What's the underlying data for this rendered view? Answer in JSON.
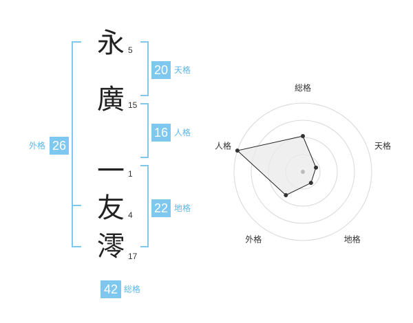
{
  "surname": [
    {
      "char": "永",
      "strokes": "5"
    },
    {
      "char": "廣",
      "strokes": "15"
    }
  ],
  "given": [
    {
      "char": "一",
      "strokes": "1"
    },
    {
      "char": "友",
      "strokes": "4"
    },
    {
      "char": "澪",
      "strokes": "17"
    }
  ],
  "kakusu": {
    "tenkaku": {
      "value": "20",
      "label": "天格"
    },
    "jinkaku": {
      "value": "16",
      "label": "人格"
    },
    "chikaku": {
      "value": "22",
      "label": "地格"
    },
    "gaikaku": {
      "value": "26",
      "label": "外格"
    },
    "soukaku": {
      "value": "42",
      "label": "総格"
    }
  },
  "colors": {
    "accent": "#7ec8f0",
    "label": "#5ab7e8",
    "polygon_fill": "#e9e9e9",
    "ring": "#d8d8d8"
  },
  "chart_data": {
    "type": "radar",
    "axes": [
      "総格",
      "天格",
      "地格",
      "外格",
      "人格"
    ],
    "values": [
      0.52,
      0.2,
      0.2,
      0.42,
      1.0
    ],
    "range": [
      0,
      1
    ],
    "rings": 4
  }
}
